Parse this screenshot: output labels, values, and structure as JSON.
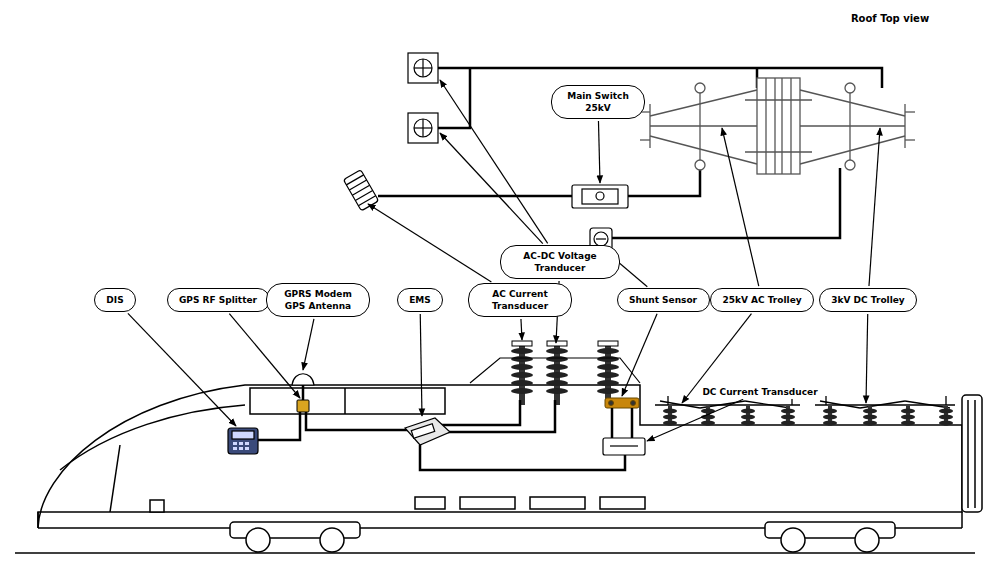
{
  "diagram": {
    "nodes": [
      {
        "text": [
          "Main Switch 25kV"
        ]
      },
      {
        "text": [
          "AC-DC Voltage Tranducer"
        ]
      },
      {
        "text": [
          "DIS"
        ]
      },
      {
        "text": [
          "GPS RF Splitter"
        ]
      },
      {
        "text": [
          "GPRS Modem GPS Antenna"
        ]
      },
      {
        "text": [
          "EMS"
        ]
      },
      {
        "text": [
          "AC Current Transducer"
        ]
      },
      {
        "text": [
          "Shunt Sensor"
        ]
      },
      {
        "text": [
          "25kV AC Trolley"
        ]
      },
      {
        "text": [
          "3kV DC Trolley"
        ]
      }
    ],
    "labels": [
      "Roof Top view",
      "DC Current Transducer"
    ]
  }
}
